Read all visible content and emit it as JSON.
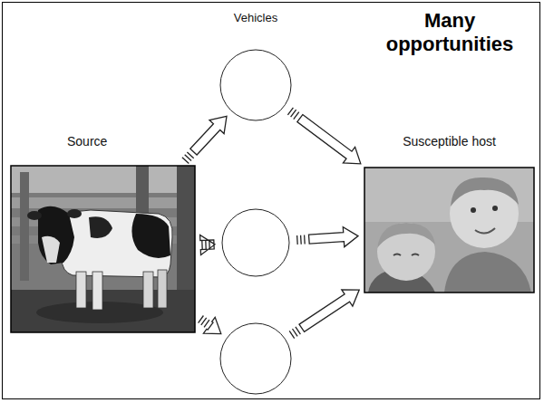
{
  "diagram": {
    "title": "Many opportunities",
    "nodes": [
      {
        "text": [
          "Source"
        ]
      },
      {
        "text": [
          "Vehicles"
        ]
      },
      {
        "text": []
      },
      {
        "text": []
      },
      {
        "text": [
          "Susceptible host"
        ]
      }
    ],
    "edges": [
      {
        "from": 0,
        "to": 1,
        "arrow": "to"
      },
      {
        "from": 0,
        "to": 2,
        "arrow": "to"
      },
      {
        "from": 0,
        "to": 3,
        "arrow": "to"
      },
      {
        "from": 1,
        "to": 4,
        "arrow": "to"
      },
      {
        "from": 2,
        "to": 4,
        "arrow": "to"
      },
      {
        "from": 3,
        "to": 4,
        "arrow": "to"
      }
    ]
  }
}
